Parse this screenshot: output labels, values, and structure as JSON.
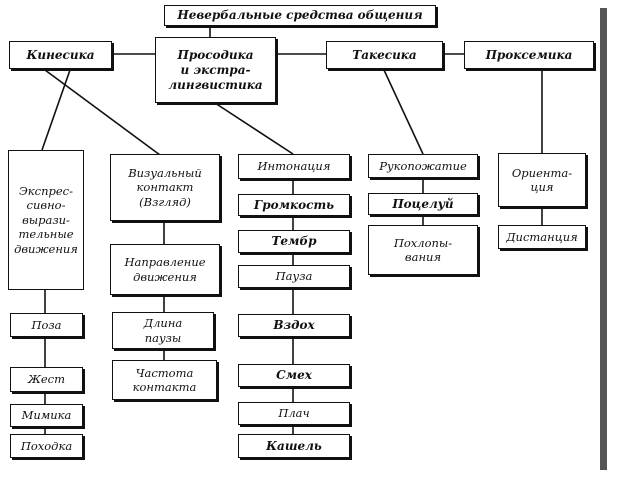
{
  "title": "Невербальные средства общения",
  "categories": {
    "kinesics": "Кинесика",
    "prosody": "Просодика\nи экстра-\nлингвистика",
    "takesics": "Такесика",
    "proxemics": "Проксемика"
  },
  "kinesics_items": {
    "expressive": "Экспрес-\nсивно-\nвырази-\nтельные\nдвижения",
    "pose": "Поза",
    "gesture": "Жест",
    "mimicry": "Мимика",
    "gait": "Походка"
  },
  "visual_items": {
    "contact": "Визуальный\nконтакт\n(Взгляд)",
    "direction": "Направление\nдвижения",
    "pause_length": "Длина\nпаузы",
    "contact_frequency": "Частота\nконтакта"
  },
  "prosody_items": [
    "Интонация",
    "Громкость",
    "Тембр",
    "Пауза",
    "Вздох",
    "Смех",
    "Плач",
    "Кашель"
  ],
  "takesics_items": {
    "handshake": "Рукопожатие",
    "kiss": "Поцелуй",
    "pat": "Похлопы-\nвания"
  },
  "proxemics_items": {
    "orientation": "Ориента-\nция",
    "distance": "Дистанция"
  }
}
